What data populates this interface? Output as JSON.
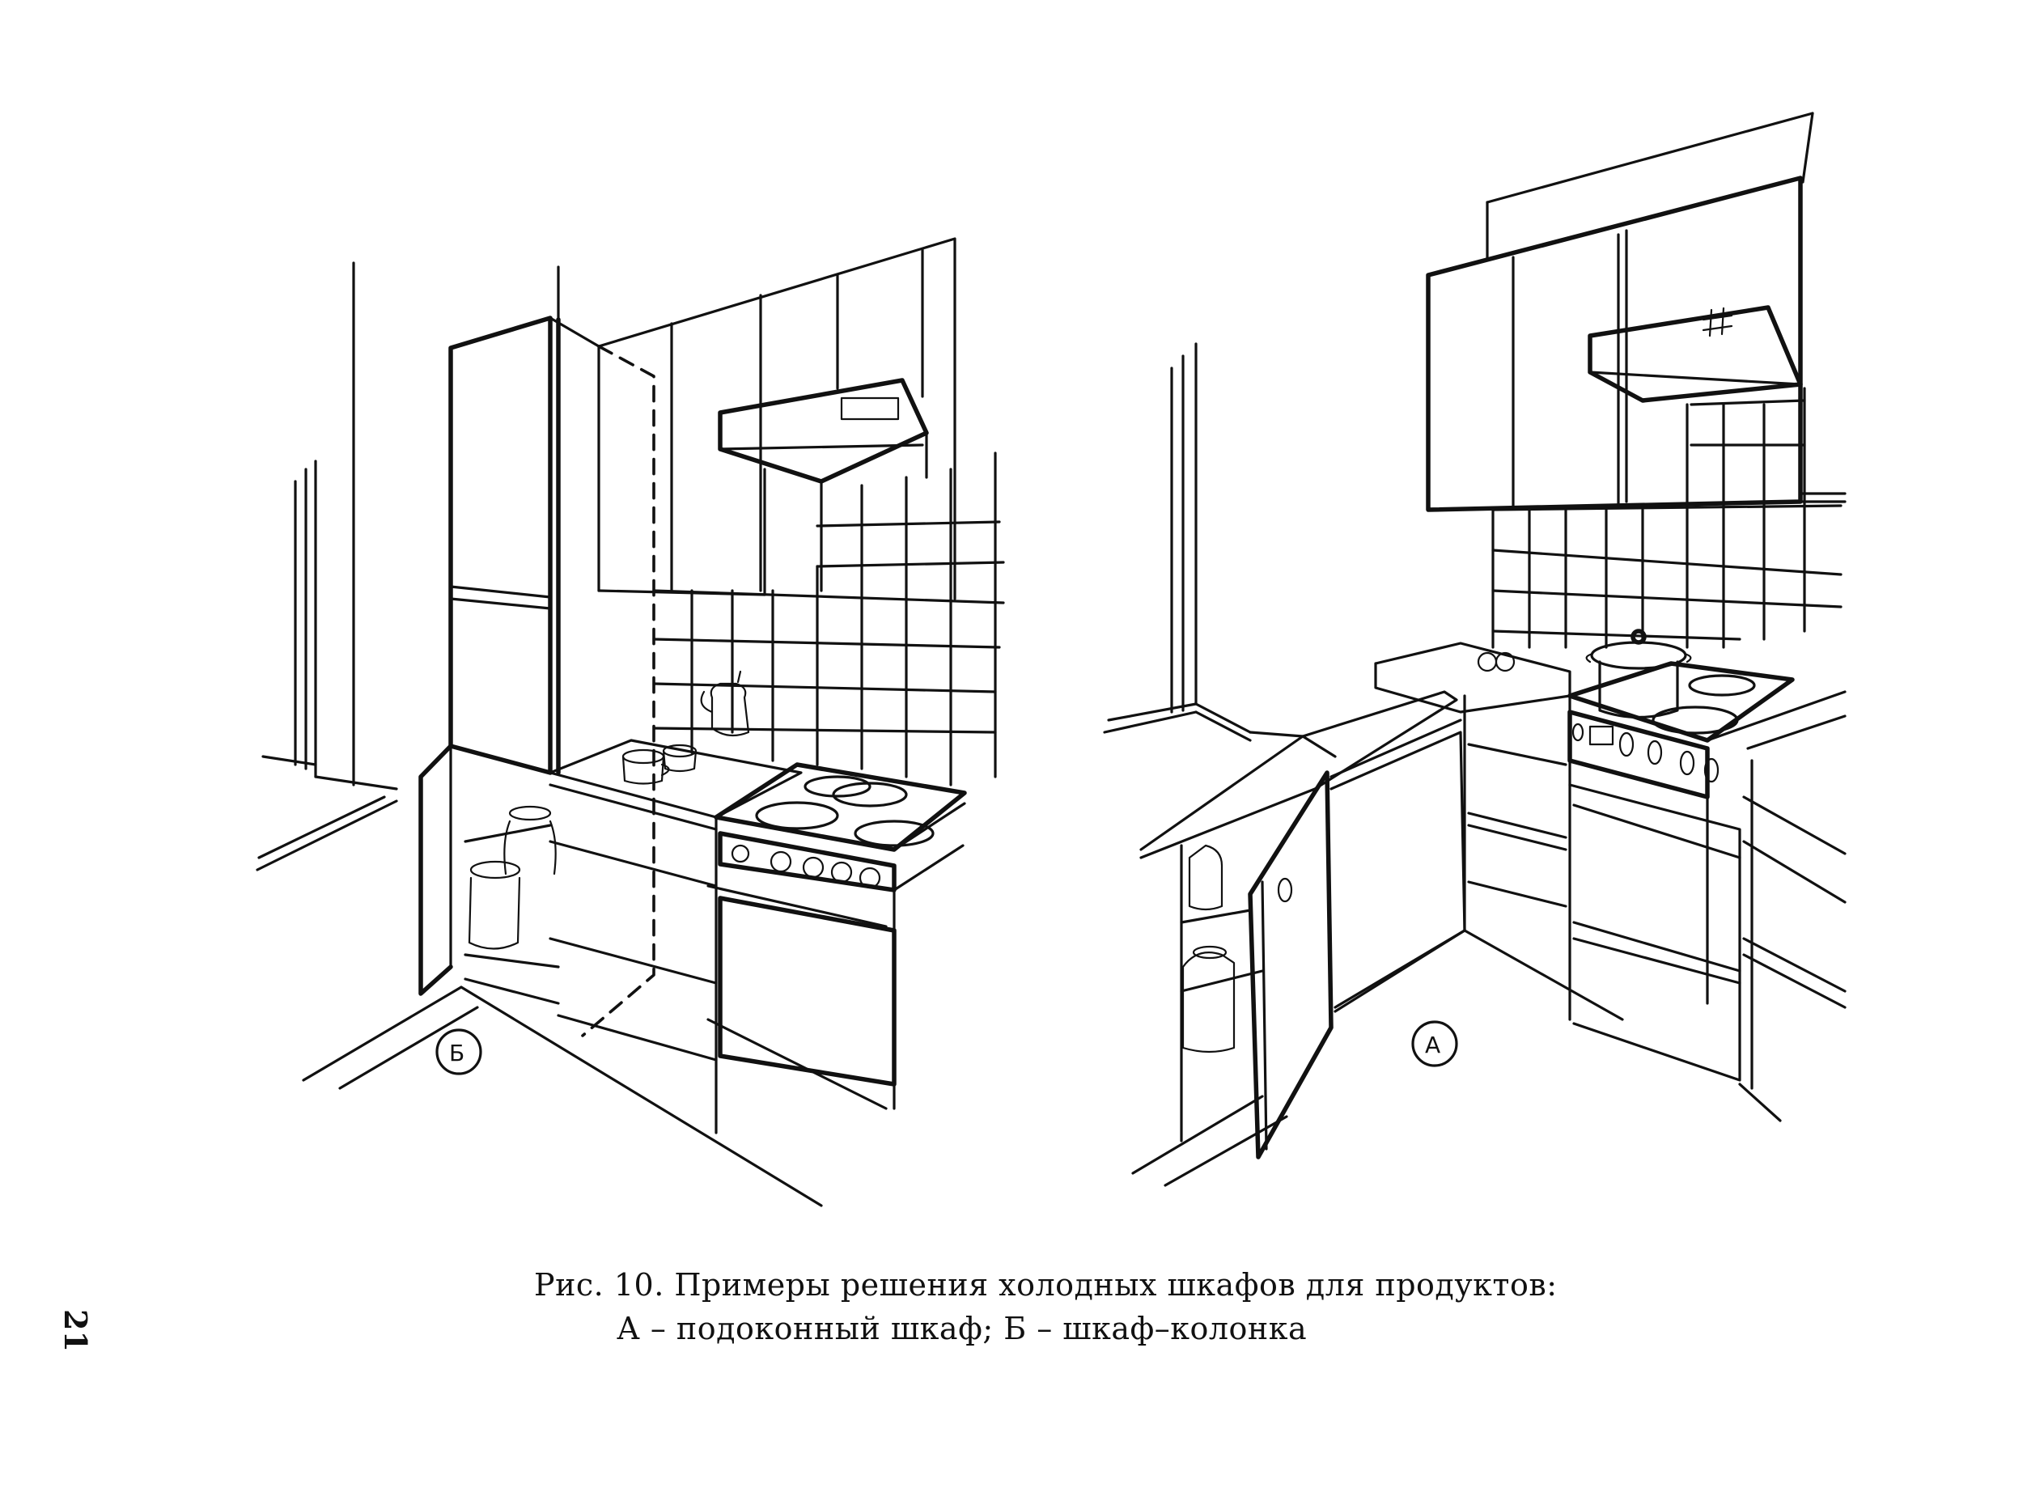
{
  "figure": {
    "caption_line1": "Рис. 10. Примеры решения холодных шкафов для продуктов:",
    "caption_line2": "А – подоконный шкаф;   Б – шкаф–колонка",
    "label_a": "А",
    "label_b": "Б"
  },
  "page_number": "21"
}
